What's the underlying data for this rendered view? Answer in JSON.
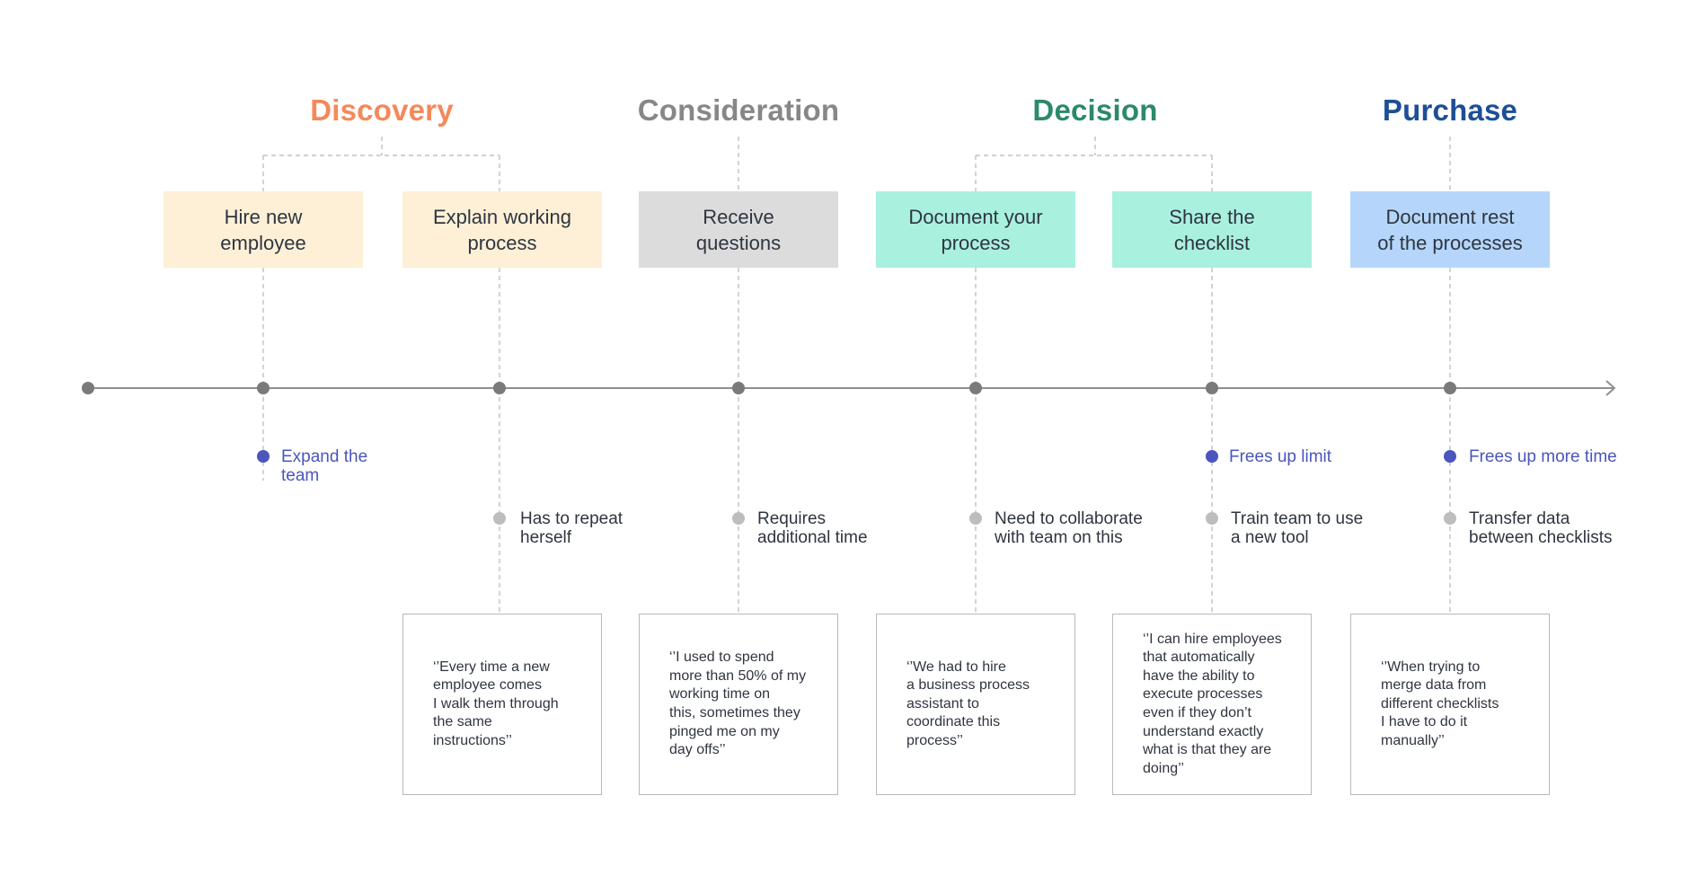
{
  "stages": [
    {
      "key": "discovery",
      "label": "Discovery",
      "color": "#f4895a"
    },
    {
      "key": "consideration",
      "label": "Consideration",
      "color": "#878787"
    },
    {
      "key": "decision",
      "label": "Decision",
      "color": "#2b8a6a"
    },
    {
      "key": "purchase",
      "label": "Purchase",
      "color": "#1d4f96"
    }
  ],
  "steps": [
    {
      "label": "Hire new\nemployee",
      "fill": "#fdf0d6"
    },
    {
      "label": "Explain working\nprocess",
      "fill": "#fdf0d6"
    },
    {
      "label": "Receive\nquestions",
      "fill": "#dcdcdc"
    },
    {
      "label": "Document your\nprocess",
      "fill": "#a9f0df"
    },
    {
      "label": "Share the\nchecklist",
      "fill": "#a9f0df"
    },
    {
      "label": "Document rest\nof the processes",
      "fill": "#b5d6fa"
    }
  ],
  "positive_notes": [
    {
      "text": "Expand the\nteam"
    },
    {
      "text": "Frees up limit"
    },
    {
      "text": "Frees up more time"
    }
  ],
  "pain_notes": [
    {
      "text": "Has to repeat\nherself"
    },
    {
      "text": "Requires\nadditional time"
    },
    {
      "text": "Need to collaborate\nwith team on this"
    },
    {
      "text": "Train team to use\na new tool"
    },
    {
      "text": "Transfer data\nbetween checklists"
    }
  ],
  "quotes": [
    {
      "text": "‘’Every time a new\nemployee comes\nI walk them through\nthe same\ninstructions’’"
    },
    {
      "text": "‘’I used to spend\nmore than 50% of my\nworking time on\nthis, sometimes they\npinged me on my\nday offs’’"
    },
    {
      "text": "‘’We had to hire\na business process\nassistant to\ncoordinate this\nprocess’’"
    },
    {
      "text": "‘’I can hire employees\nthat automatically\nhave the ability to\nexecute processes\neven if they don’t\nunderstand exactly\nwhat is that they are\ndoing’’"
    },
    {
      "text": "‘’When trying to\nmerge data from\ndifferent checklists\n I have to do it\nmanually’’"
    }
  ],
  "colors": {
    "timeline": "#8f8f8f",
    "node": "#7a7a7a",
    "connector": "#c2c2c2",
    "positive_dot": "#4a55bd",
    "pain_dot": "#bdbdbd",
    "text": "#2f3540"
  }
}
